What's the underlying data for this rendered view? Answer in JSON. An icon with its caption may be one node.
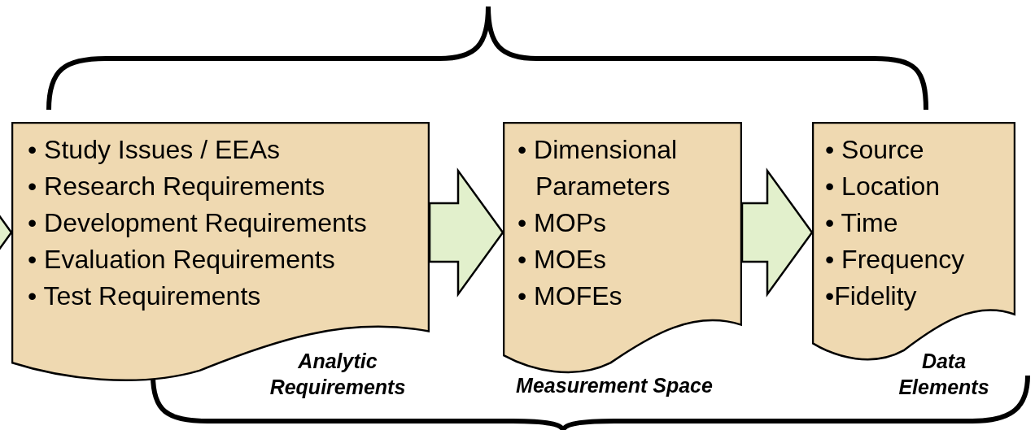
{
  "diagram": {
    "nodes": [
      {
        "text": [
          "• Study Issues / EEAs",
          "• Research Requirements",
          "• Development Requirements",
          "• Evaluation Requirements",
          "• Test Requirements"
        ],
        "beside": [
          "Analytic Requirements"
        ]
      },
      {
        "text": [
          "• Dimensional Parameters",
          "• MOPs",
          "• MOEs",
          "• MOFEs"
        ],
        "beside": [
          "Measurement Space"
        ]
      },
      {
        "text": [
          "• Source",
          "• Location",
          "• Time",
          "• Frequency",
          "•Fidelity"
        ],
        "beside": [
          "Data Elements"
        ]
      }
    ],
    "edges": [
      {
        "from": null,
        "to": 0,
        "arrow": "to"
      },
      {
        "from": 0,
        "to": 1,
        "arrow": "to"
      },
      {
        "from": 1,
        "to": 2,
        "arrow": "to"
      }
    ]
  }
}
